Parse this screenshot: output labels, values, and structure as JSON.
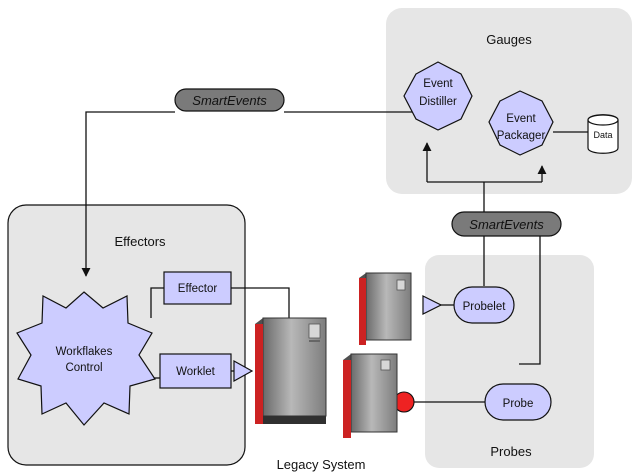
{
  "colors": {
    "group_fill": "#e6e6e6",
    "component_fill": "#ccccff",
    "bus_fill": "#7a7a7a",
    "server_accent": "#cc2222",
    "probe_marker": "#ee2222",
    "line": "#111111"
  },
  "groups": {
    "gauges": "Gauges",
    "effectors": "Effectors",
    "probes": "Probes"
  },
  "buses": {
    "top": "SmartEvents",
    "middle": "SmartEvents"
  },
  "components": {
    "event_distiller_line1": "Event",
    "event_distiller_line2": "Distiller",
    "event_packager_line1": "Event",
    "event_packager_line2": "Packager",
    "data_store": "Data",
    "effector": "Effector",
    "worklet": "Worklet",
    "workflakes_line1": "Workflakes",
    "workflakes_line2": "Control",
    "probelet": "Probelet",
    "probe": "Probe"
  },
  "legacy_system": "Legacy System",
  "icons": {
    "server": "server-tower-icon",
    "data_store": "database-cylinder-icon",
    "arrow": "arrowhead-icon"
  }
}
